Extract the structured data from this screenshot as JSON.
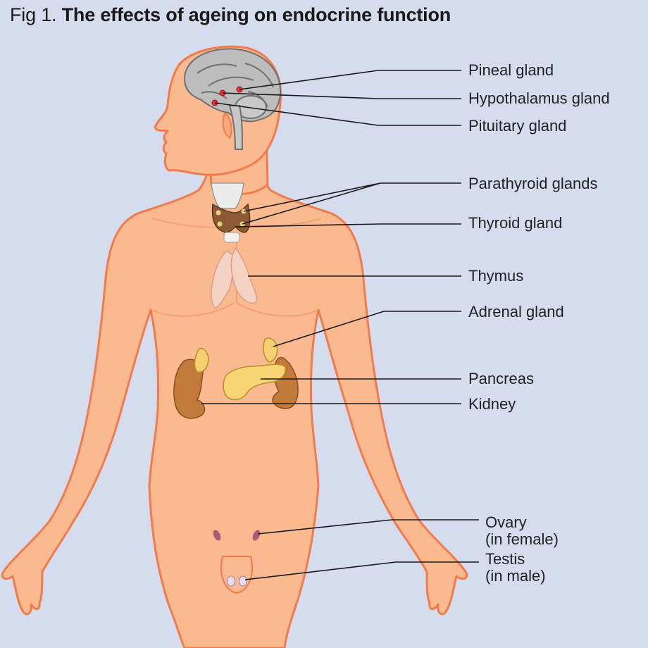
{
  "title": {
    "prefix": "Fig 1.",
    "main": "The effects of ageing on endocrine function"
  },
  "labels": {
    "pineal": "Pineal gland",
    "hypothalamus": "Hypothalamus gland",
    "pituitary": "Pituitary gland",
    "parathyroid": "Parathyroid glands",
    "thyroid": "Thyroid gland",
    "thymus": "Thymus",
    "adrenal": "Adrenal gland",
    "pancreas": "Pancreas",
    "kidney": "Kidney",
    "ovary_line1": "Ovary",
    "ovary_line2": "(in female)",
    "testis_line1": "Testis",
    "testis_line2": "(in male)"
  },
  "colors": {
    "background": "#d5dcee",
    "skin": "#fbb98f",
    "skin_outline": "#f27b4d",
    "brain": "#b9b9b9",
    "thyroid": "#8b5a32",
    "kidney": "#c27a3a",
    "adrenal": "#f5d070",
    "pancreas": "#f7d575",
    "thymus": "#f4d2c4",
    "gland_red": "#e6343a",
    "leader_line": "#1a1a1a"
  }
}
